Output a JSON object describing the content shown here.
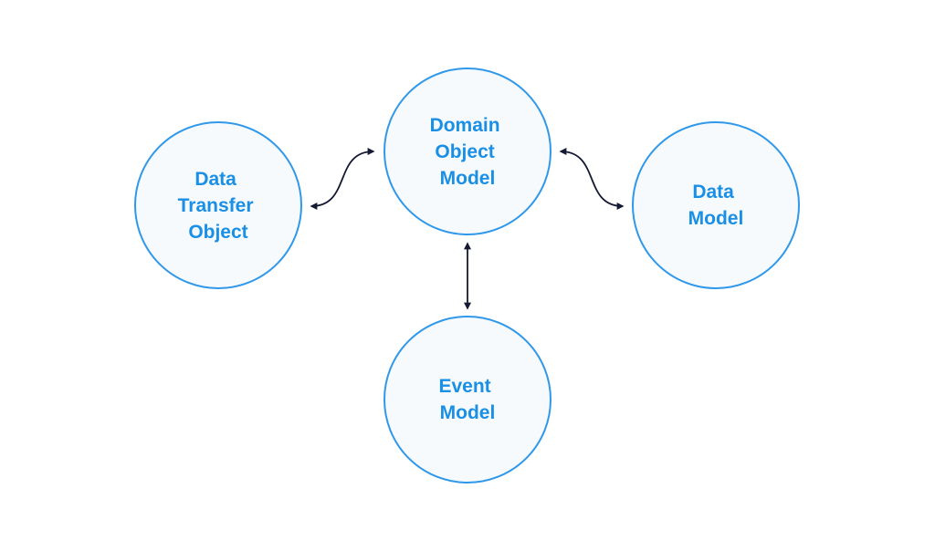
{
  "diagram": {
    "nodes": {
      "domain_object_model": {
        "lines": [
          "Domain",
          "Object",
          "Model"
        ]
      },
      "data_transfer_object": {
        "lines": [
          "Data",
          "Transfer",
          "Object"
        ]
      },
      "data_model": {
        "lines": [
          "Data",
          "Model"
        ]
      },
      "event_model": {
        "lines": [
          "Event",
          "Model"
        ]
      }
    },
    "edges": [
      {
        "from": "Data Transfer Object",
        "to": "Domain Object Model",
        "bidirectional": true
      },
      {
        "from": "Domain Object Model",
        "to": "Data Model",
        "bidirectional": true
      },
      {
        "from": "Domain Object Model",
        "to": "Event Model",
        "bidirectional": true
      }
    ],
    "colors": {
      "circle_stroke": "#2f98ea",
      "circle_fill": "#f6fafd",
      "label": "#1a8fe6",
      "connector": "#141a33"
    }
  }
}
